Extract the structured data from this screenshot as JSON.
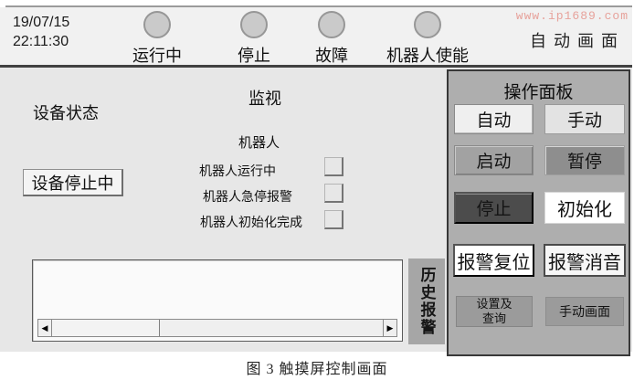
{
  "header": {
    "date": "19/07/15",
    "time": "22:11:30",
    "lamps": [
      {
        "name": "running",
        "label": "运行中"
      },
      {
        "name": "stopped",
        "label": "停止"
      },
      {
        "name": "fault",
        "label": "故障"
      },
      {
        "name": "robot-enable",
        "label": "机器人使能"
      }
    ],
    "watermark": "www.ip1689.com",
    "screen_title": "自动画面"
  },
  "monitor": {
    "device_status_label": "设备状态",
    "device_status_value": "设备停止中",
    "title": "监视",
    "robot_title": "机器人",
    "robot_rows": [
      {
        "label": "机器人运行中"
      },
      {
        "label": "机器人急停报警"
      },
      {
        "label": "机器人初始化完成"
      }
    ]
  },
  "history": {
    "button_label": "历史报警",
    "scroll_left_icon": "◀",
    "scroll_right_icon": "▶"
  },
  "panel": {
    "title": "操作面板",
    "buttons": [
      {
        "label": "自动"
      },
      {
        "label": "手动"
      },
      {
        "label": "启动"
      },
      {
        "label": "暂停"
      },
      {
        "label": "停止"
      },
      {
        "label": "初始化"
      },
      {
        "label": "报警复位"
      },
      {
        "label": "报警消音"
      },
      {
        "label": "设置及\n查询"
      },
      {
        "label": "手动画面"
      }
    ]
  },
  "caption": "图 3 触摸屏控制画面",
  "colors": {
    "header_bg": "#f1f1f1",
    "body_bg": "#e7e7e7",
    "panel_bg": "#aeaeae",
    "lamp_fill": "#cacaca",
    "lamp_border": "#979797",
    "divider": "#414141",
    "button_light_bg": "#efefef",
    "button_gray_bg": "#a2a2a2",
    "button_darkgray_bg": "#8e8e8e",
    "button_dark_bg": "#4c4c4c",
    "button_white_bg": "#ffffff",
    "watermark_color": "#e7a29b"
  }
}
